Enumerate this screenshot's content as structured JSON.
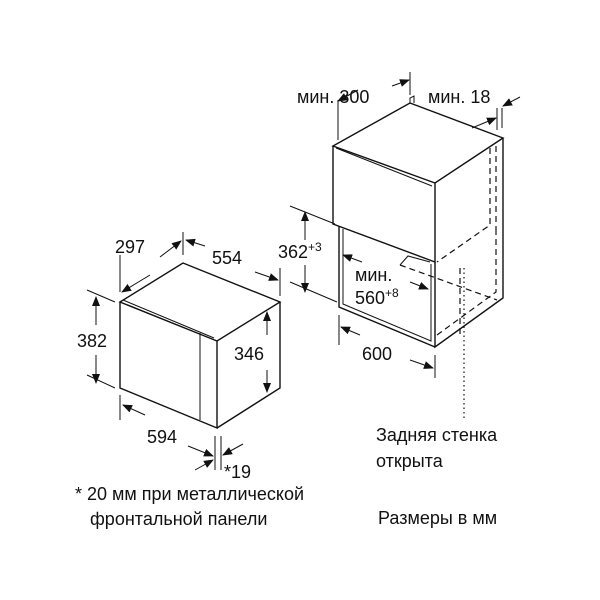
{
  "appliance": {
    "depth": "297",
    "width_top": "554",
    "height": "382",
    "inner_height": "346",
    "width_front": "594",
    "door_offset": "*19"
  },
  "niche": {
    "min_depth": "мин. 300",
    "min_gap": "мин. 18",
    "height": "362",
    "height_tol": "+3",
    "min_label": "мин.",
    "width": "560",
    "width_tol": "+8",
    "cabinet_width": "600"
  },
  "notes": {
    "back_wall_line1": "Задняя стенка",
    "back_wall_line2": "открыта",
    "units": "Размеры в мм",
    "footnote_line1": "* 20 мм при металлической",
    "footnote_line2": "фронтальной панели"
  }
}
